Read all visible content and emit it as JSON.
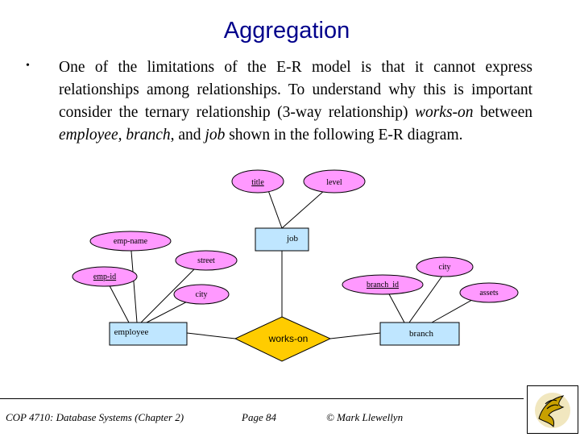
{
  "slide": {
    "title": "Aggregation",
    "bullet_char": "•",
    "paragraph": {
      "t1": "One of the limitations of the E-R model is that it cannot express relationships among relationships.  To understand why this is important consider the ternary relationship (3-way relationship) ",
      "i1": "works-on",
      "t2": " between ",
      "i2": "employee, branch",
      "t3": ", and ",
      "i3": "job",
      "t4": " shown in the following E-R diagram."
    }
  },
  "diagram": {
    "entities": {
      "employee": "employee",
      "job": "job",
      "branch": "branch"
    },
    "relationship": "works-on",
    "attributes": {
      "title": "title",
      "level": "level",
      "emp_name": "emp-name",
      "street": "street",
      "emp_id": "emp-id",
      "city_employee": "city",
      "city_branch": "city",
      "branch_id": "branch_id",
      "assets": "assets"
    },
    "colors": {
      "entity_fill": "#bfe6ff",
      "attribute_fill": "#ff99ff",
      "relationship_fill": "#ffcc00",
      "line": "#000000"
    }
  },
  "footer": {
    "course": "COP 4710: Database Systems  (Chapter 2)",
    "page": "Page 84",
    "author": "© Mark Llewellyn"
  },
  "logo": {
    "icon": "ucf-pegasus-logo-icon",
    "colors": [
      "#c8a000",
      "#000000"
    ]
  }
}
